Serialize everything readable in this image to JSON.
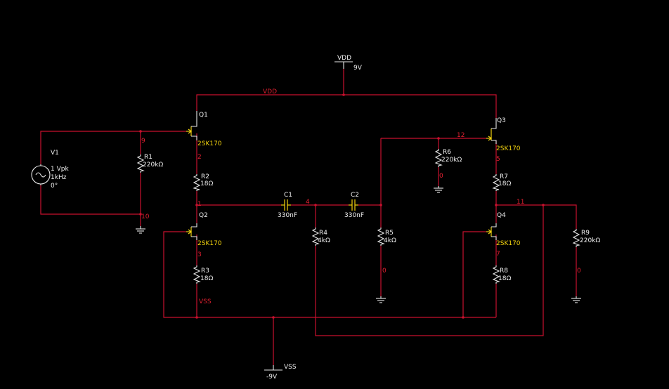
{
  "supplies": {
    "vdd": {
      "name": "VDD",
      "value": "9V",
      "net": "VDD"
    },
    "vss": {
      "name": "VSS",
      "value": "-9V",
      "net": "VSS"
    }
  },
  "source": {
    "ref": "V1",
    "amplitude": "1 Vpk",
    "freq": "1kHz",
    "phase": "0°"
  },
  "transistors": {
    "q1": {
      "ref": "Q1",
      "model": "2SK170"
    },
    "q2": {
      "ref": "Q2",
      "model": "2SK170"
    },
    "q3": {
      "ref": "Q3",
      "model": "2SK170"
    },
    "q4": {
      "ref": "Q4",
      "model": "2SK170"
    }
  },
  "resistors": {
    "r1": {
      "ref": "R1",
      "value": "220kΩ"
    },
    "r2": {
      "ref": "R2",
      "value": "18Ω"
    },
    "r3": {
      "ref": "R3",
      "value": "18Ω"
    },
    "r4": {
      "ref": "R4",
      "value": "4kΩ"
    },
    "r5": {
      "ref": "R5",
      "value": "4kΩ"
    },
    "r6": {
      "ref": "R6",
      "value": "220kΩ"
    },
    "r7": {
      "ref": "R7",
      "value": "18Ω"
    },
    "r8": {
      "ref": "R8",
      "value": "18Ω"
    },
    "r9": {
      "ref": "R9",
      "value": "220kΩ"
    }
  },
  "capacitors": {
    "c1": {
      "ref": "C1",
      "value": "330nF"
    },
    "c2": {
      "ref": "C2",
      "value": "330nF"
    }
  },
  "nets": {
    "n9": "9",
    "n10": "10",
    "n2": "2",
    "n1": "1",
    "n3": "3",
    "n4": "4",
    "n12": "12",
    "n0_r6": "0",
    "n5": "5",
    "n11": "11",
    "n7": "7",
    "n0_r5": "0",
    "n0_r9": "0",
    "vss_label": "VSS"
  },
  "colors": {
    "wire": "#c8102e",
    "component": "#e8e8e8",
    "model": "#f2d20e",
    "background": "#000000"
  }
}
